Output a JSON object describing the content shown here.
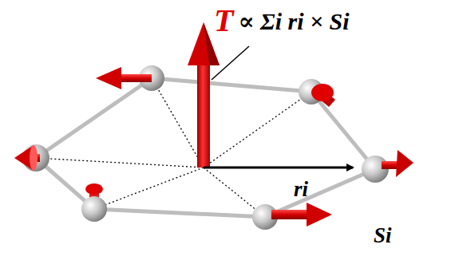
{
  "diagram": {
    "labels": [
      "T",
      "∝ Σi ri × Si",
      "ri",
      "Si"
    ]
  }
}
